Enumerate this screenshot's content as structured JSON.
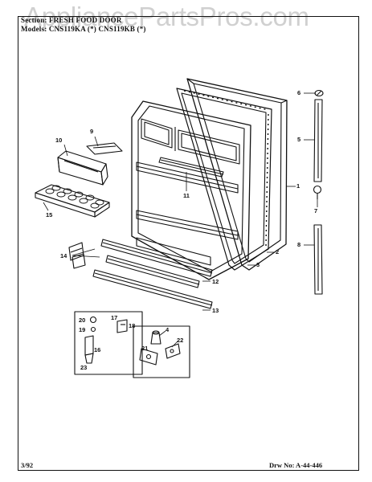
{
  "header": {
    "section_line": "Section: FRESH FOOD DOOR",
    "model_line": "Models: CNS119KA (*) CNS119KB (*)"
  },
  "watermark": "AppliancePartsPros.com",
  "footer": {
    "date": "3/92",
    "drawing_number": "Drw No: A-44-446"
  },
  "callouts": [
    "1",
    "2",
    "3",
    "4",
    "5",
    "6",
    "7",
    "8",
    "9",
    "10",
    "11",
    "12",
    "13",
    "14",
    "15",
    "16",
    "17",
    "18",
    "19",
    "20",
    "21",
    "22",
    "23"
  ]
}
